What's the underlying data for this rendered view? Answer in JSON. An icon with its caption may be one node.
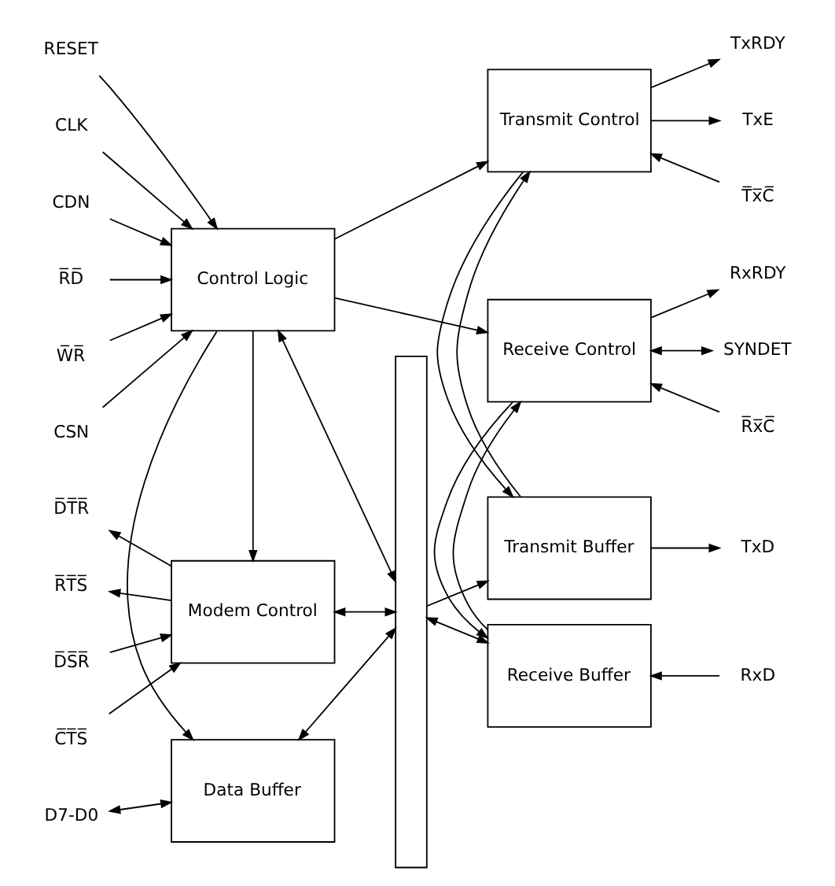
{
  "diagram": {
    "nodes": [
      {
        "text": [
          "Data Buffer"
        ]
      },
      {
        "text": [
          "Control Logic"
        ]
      },
      {
        "text": [
          "Modem Control"
        ]
      },
      {
        "text": [
          "Transmit Buffer"
        ]
      },
      {
        "text": [
          "Transmit Control"
        ]
      },
      {
        "text": [
          "Receive Buffer"
        ]
      },
      {
        "text": [
          "Receive Control"
        ]
      },
      {
        "text": [],
        "shape": "bar"
      },
      {
        "text": [
          "D7-D0"
        ]
      },
      {
        "text": [
          "RESET"
        ]
      },
      {
        "text": [
          "CLK"
        ]
      },
      {
        "text": [
          "CDN"
        ]
      },
      {
        "text": [
          "R̅D̅"
        ]
      },
      {
        "text": [
          "W̅R̅"
        ]
      },
      {
        "text": [
          "CSN"
        ]
      },
      {
        "text": [
          "D̅S̅R̅"
        ]
      },
      {
        "text": [
          "D̅T̅R̅"
        ]
      },
      {
        "text": [
          "C̅T̅S̅"
        ]
      },
      {
        "text": [
          "R̅T̅S̅"
        ]
      },
      {
        "text": [
          "TxD"
        ]
      },
      {
        "text": [
          "TxRDY"
        ]
      },
      {
        "text": [
          "TxE"
        ]
      },
      {
        "text": [
          "T̅x̅C̅"
        ]
      },
      {
        "text": [
          "RxD"
        ]
      },
      {
        "text": [
          "RxRDY"
        ]
      },
      {
        "text": [
          "R̅x̅C̅"
        ]
      },
      {
        "text": [
          "SYNDET"
        ]
      }
    ],
    "edges": [
      {
        "from": 8,
        "to": 0,
        "arrow": "both"
      },
      {
        "from": 0,
        "to": 7,
        "arrow": "both"
      },
      {
        "from": 1,
        "to": 0,
        "arrow": "to"
      },
      {
        "from": 1,
        "to": 7,
        "arrow": "both"
      },
      {
        "from": 9,
        "to": 1,
        "arrow": "to"
      },
      {
        "from": 10,
        "to": 1,
        "arrow": "to"
      },
      {
        "from": 11,
        "to": 1,
        "arrow": "to"
      },
      {
        "from": 12,
        "to": 1,
        "arrow": "to"
      },
      {
        "from": 13,
        "to": 1,
        "arrow": "to"
      },
      {
        "from": 14,
        "to": 1,
        "arrow": "to"
      },
      {
        "from": 1,
        "to": 2,
        "arrow": "to"
      },
      {
        "from": 1,
        "to": 4,
        "arrow": "to"
      },
      {
        "from": 1,
        "to": 6,
        "arrow": "to"
      },
      {
        "from": 15,
        "to": 2,
        "arrow": "to"
      },
      {
        "from": 2,
        "to": 16,
        "arrow": "to"
      },
      {
        "from": 17,
        "to": 2,
        "arrow": "to"
      },
      {
        "from": 2,
        "to": 18,
        "arrow": "to"
      },
      {
        "from": 2,
        "to": 7,
        "arrow": "both"
      },
      {
        "from": 7,
        "to": 3,
        "arrow": "to"
      },
      {
        "from": 3,
        "to": 19,
        "arrow": "to"
      },
      {
        "from": 3,
        "to": 4,
        "arrow": "to"
      },
      {
        "from": 4,
        "to": 3,
        "arrow": "to"
      },
      {
        "from": 4,
        "to": 20,
        "arrow": "to"
      },
      {
        "from": 4,
        "to": 21,
        "arrow": "to"
      },
      {
        "from": 22,
        "to": 4,
        "arrow": "to"
      },
      {
        "from": 7,
        "to": 5,
        "arrow": "both"
      },
      {
        "from": 23,
        "to": 5,
        "arrow": "to"
      },
      {
        "from": 5,
        "to": 6,
        "arrow": "to"
      },
      {
        "from": 6,
        "to": 5,
        "arrow": "to"
      },
      {
        "from": 6,
        "to": 24,
        "arrow": "to"
      },
      {
        "from": 25,
        "to": 6,
        "arrow": "to"
      },
      {
        "from": 6,
        "to": 26,
        "arrow": "both"
      }
    ]
  }
}
